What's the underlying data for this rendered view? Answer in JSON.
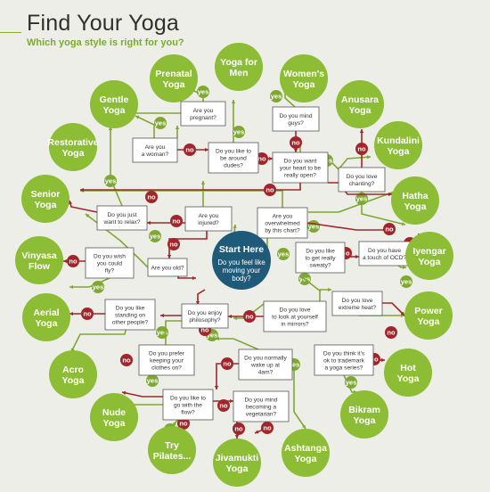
{
  "header": {
    "title": "Find Your Yoga",
    "subtitle": "Which yoga style is right for you?"
  },
  "colors": {
    "style_circle": "#8cbd34",
    "start_circle": "#1f5a78",
    "yes_arrow": "#7fa832",
    "no_arrow": "#a0262b",
    "question_box_border": "#555555"
  },
  "styles": [
    {
      "id": "prenatal",
      "label": [
        "Prenatal",
        "Yoga"
      ]
    },
    {
      "id": "men",
      "label": [
        "Yoga for",
        "Men"
      ]
    },
    {
      "id": "women",
      "label": [
        "Women's",
        "Yoga"
      ]
    },
    {
      "id": "anusara",
      "label": [
        "Anusara",
        "Yoga"
      ]
    },
    {
      "id": "kundalini",
      "label": [
        "Kundalini",
        "Yoga"
      ]
    },
    {
      "id": "hatha",
      "label": [
        "Hatha",
        "Yoga"
      ]
    },
    {
      "id": "iyengar",
      "label": [
        "Iyengar",
        "Yoga"
      ]
    },
    {
      "id": "power",
      "label": [
        "Power",
        "Yoga"
      ]
    },
    {
      "id": "hot",
      "label": [
        "Hot",
        "Yoga"
      ]
    },
    {
      "id": "bikram",
      "label": [
        "Bikram",
        "Yoga"
      ]
    },
    {
      "id": "ashtanga",
      "label": [
        "Ashtanga",
        "Yoga"
      ]
    },
    {
      "id": "jivamukti",
      "label": [
        "Jivamukti",
        "Yoga"
      ]
    },
    {
      "id": "pilates",
      "label": [
        "Try",
        "Pilates..."
      ]
    },
    {
      "id": "nude",
      "label": [
        "Nude",
        "Yoga"
      ]
    },
    {
      "id": "acro",
      "label": [
        "Acro",
        "Yoga"
      ]
    },
    {
      "id": "aerial",
      "label": [
        "Aerial",
        "Yoga"
      ]
    },
    {
      "id": "vinyasa",
      "label": [
        "Vinyasa",
        "Flow"
      ]
    },
    {
      "id": "senior",
      "label": [
        "Senior",
        "Yoga"
      ]
    },
    {
      "id": "restorative",
      "label": [
        "Restorative",
        "Yoga"
      ]
    },
    {
      "id": "gentle",
      "label": [
        "Gentle",
        "Yoga"
      ]
    }
  ],
  "start": {
    "title": "Start Here",
    "question": [
      "Do you feel like",
      "moving your",
      "body?"
    ]
  },
  "questions": [
    {
      "id": "pregnant",
      "lines": [
        "Are you",
        "pregnant?"
      ]
    },
    {
      "id": "woman",
      "lines": [
        "Are you",
        "a woman?"
      ]
    },
    {
      "id": "dudes",
      "lines": [
        "Do you like to",
        "be around",
        "dudes?"
      ]
    },
    {
      "id": "guys",
      "lines": [
        "Do you mind",
        "guys?"
      ]
    },
    {
      "id": "heart",
      "lines": [
        "Do you want",
        "your heart to be",
        "really open?"
      ]
    },
    {
      "id": "chanting",
      "lines": [
        "Do you love",
        "chanting?"
      ]
    },
    {
      "id": "relax",
      "lines": [
        "Do you just",
        "want to relax?"
      ]
    },
    {
      "id": "injured",
      "lines": [
        "Are you",
        "injured?"
      ]
    },
    {
      "id": "overwhelmed",
      "lines": [
        "Are you",
        "overwhelmed",
        "by this chart?"
      ]
    },
    {
      "id": "fly",
      "lines": [
        "Do you wish",
        "you could",
        "fly?"
      ]
    },
    {
      "id": "old",
      "lines": [
        "Are you old?"
      ]
    },
    {
      "id": "sweaty",
      "lines": [
        "Do you like",
        "to get really",
        "sweaty?"
      ]
    },
    {
      "id": "ocd",
      "lines": [
        "Do you have",
        "a touch of OCD?"
      ]
    },
    {
      "id": "standing",
      "lines": [
        "Do you like",
        "standing on",
        "other people?"
      ]
    },
    {
      "id": "philosophy",
      "lines": [
        "Do you enjoy",
        "philosophy?"
      ]
    },
    {
      "id": "mirrors",
      "lines": [
        "Do you love",
        "to look at yourself",
        "in mirrors?"
      ]
    },
    {
      "id": "heat",
      "lines": [
        "Do you love",
        "extreme heat?"
      ]
    },
    {
      "id": "clothes",
      "lines": [
        "Do you prefer",
        "keeping your",
        "clothes on?"
      ]
    },
    {
      "id": "wake",
      "lines": [
        "Do you normally",
        "wake up at",
        "4am?"
      ]
    },
    {
      "id": "trademark",
      "lines": [
        "Do you think it's",
        "ok to trademark",
        "a yoga series?"
      ]
    },
    {
      "id": "flow",
      "lines": [
        "Do you like to",
        "go with the",
        "flow?"
      ]
    },
    {
      "id": "vegetarian",
      "lines": [
        "Do you mind",
        "becoming a",
        "vegetarian?"
      ]
    }
  ],
  "answers": {
    "yes": "yes",
    "no": "no"
  }
}
